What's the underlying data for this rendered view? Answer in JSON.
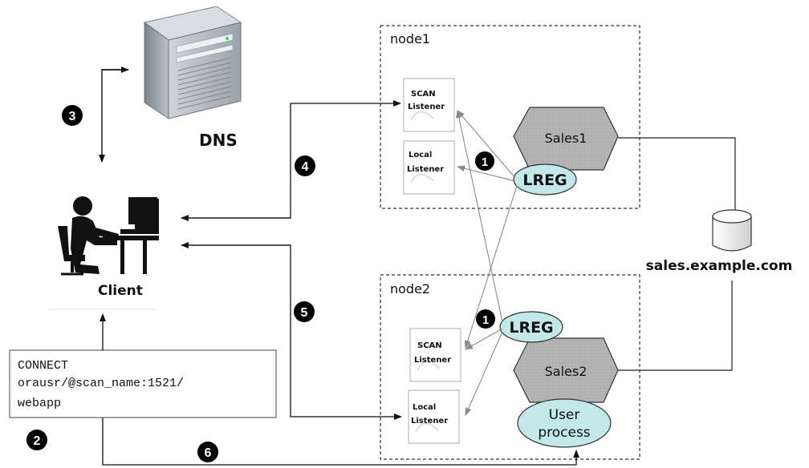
{
  "dns": {
    "label": "DNS"
  },
  "client": {
    "label": "Client"
  },
  "connect_box": {
    "lines": [
      "CONNECT",
      "orausr/@scan_name:1521/",
      "webapp"
    ]
  },
  "node1": {
    "title": "node1",
    "scan_listener": [
      "SCAN",
      "Listener"
    ],
    "local_listener": [
      "Local",
      "Listener"
    ],
    "service": "Sales1",
    "lreg": "LREG"
  },
  "node2": {
    "title": "node2",
    "scan_listener": [
      "SCAN",
      "Listener"
    ],
    "local_listener": [
      "Local",
      "Listener"
    ],
    "service": "Sales2",
    "lreg": "LREG",
    "user_process": [
      "User",
      "process"
    ]
  },
  "database": {
    "label": "sales.example.com"
  },
  "steps": {
    "s1a": "1",
    "s1b": "1",
    "s2": "2",
    "s3": "3",
    "s4": "4",
    "s5": "5",
    "s6": "6"
  },
  "colors": {
    "service_fill": "#b4b4b4",
    "lreg_fill": "#c2e8ea",
    "step_fill": "#000000",
    "arrow_dark": "#111111",
    "arrow_gray": "#8a8a8a"
  },
  "icons": {
    "server": "server-tower-icon",
    "client": "person-at-desk-icon",
    "database": "database-cylinder-icon"
  }
}
